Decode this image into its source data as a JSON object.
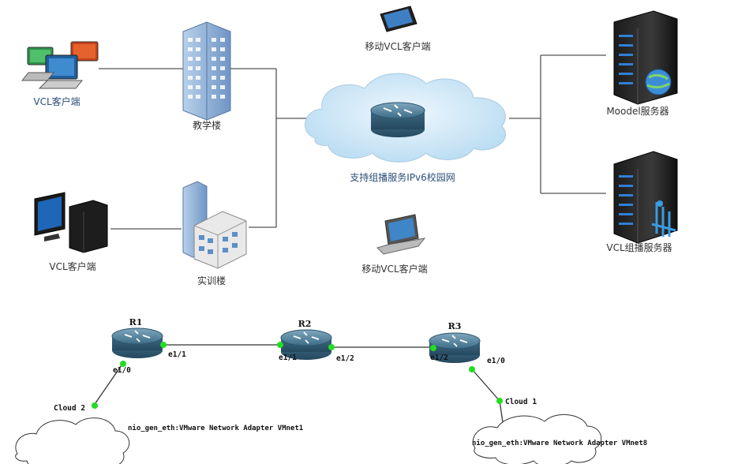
{
  "top": {
    "labels": {
      "vcl_client_1": "VCL客户端",
      "teaching_building": "教学楼",
      "mobile_client_1": "移动VCL客户端",
      "campus_network": "支持组播服务IPv6校园网",
      "moodle_server": "Moodel服务器",
      "vcl_client_2": "VCL客户端",
      "training_building": "实训楼",
      "mobile_client_2": "移动VCL客户端",
      "vcl_multicast_server": "VCL组播服务器"
    }
  },
  "bottom": {
    "routers": {
      "r1": "R1",
      "r2": "R2",
      "r3": "R3"
    },
    "interfaces": {
      "r1_e1_1": "e1/1",
      "r1_e1_0": "e1/0",
      "r2_e1_1": "e1/1",
      "r2_e1_2": "e1/2",
      "r3_e1_2": "e1/2",
      "r3_e1_0": "e1/0"
    },
    "clouds": {
      "cloud2_name": "Cloud 2",
      "cloud2_adapter": "nio_gen_eth:VMware Network Adapter VMnet1",
      "cloud1_name": "Cloud 1",
      "cloud1_adapter": "nio_gen_eth:VMware Network Adapter VMnet8"
    }
  },
  "colors": {
    "link": "#444444",
    "cloud_fill": "#cfe6f5",
    "label_blue": "#2a4f78",
    "port_dot": "#22dd22"
  }
}
